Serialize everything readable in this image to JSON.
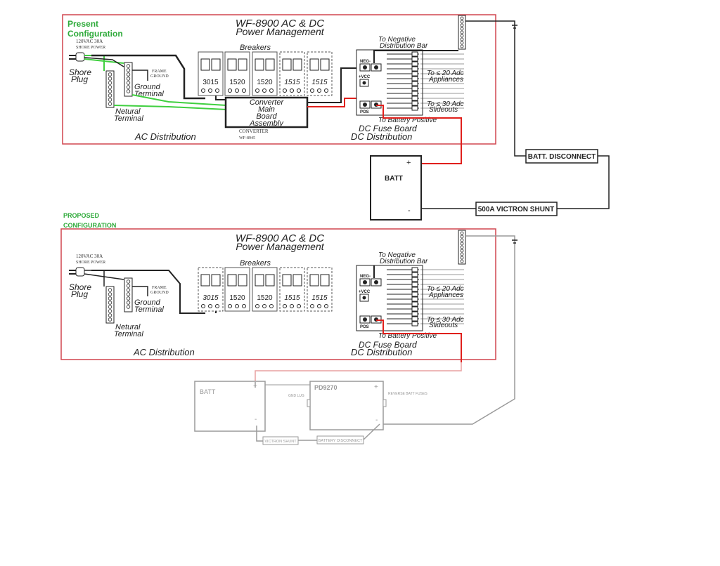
{
  "present": {
    "label_line1": "Present",
    "label_line2": "Configuration",
    "panel_title_line1": "WF-8900 AC & DC",
    "panel_title_line2": "Power Management",
    "shore_power": "120VAC 30A",
    "shore_power_line2": "SHORE POWER",
    "shore_plug_line1": "Shore",
    "shore_plug_line2": "Plug",
    "frame_ground_line1": "FRAME",
    "frame_ground_line2": "GROUND",
    "ground_terminal_line1": "Ground",
    "ground_terminal_line2": "Terminal",
    "neutral_terminal_line1": "Netural",
    "neutral_terminal_line2": "Terminal",
    "breakers_title": "Breakers",
    "breakers": [
      "3015",
      "1520",
      "1520",
      "1515",
      "1515"
    ],
    "converter_line1": "Converter",
    "converter_line2": "Main",
    "converter_line3": "Board",
    "converter_line4": "Assembly",
    "converter_model_line1": "CONVERTER",
    "converter_model_line2": "WF-8945",
    "ac_distribution": "AC Distribution",
    "dc_fuse_board": "DC Fuse Board",
    "dc_distribution": "DC Distribution",
    "to_negative_line1": "To Negative",
    "to_negative_line2": "Distribution Bar",
    "neg_label": "NEG-",
    "vcc_label": "+VCC",
    "pos_label": "POS",
    "appliances_line1": "To ≤ 20 Adc",
    "appliances_line2": "Appliances",
    "slideouts_line1": "To ≤ 30 Adc",
    "slideouts_line2": "Slideouts",
    "to_battery_positive": "To Battery Positive",
    "batt_label": "BATT",
    "batt_plus": "+",
    "batt_minus": "-",
    "batt_disconnect": "BATT. DISCONNECT",
    "victron_shunt": "500A VICTRON SHUNT"
  },
  "proposed": {
    "label_line1": "PROPOSED",
    "label_line2": "CONFIGURATION",
    "panel_title_line1": "WF-8900 AC & DC",
    "panel_title_line2": "Power Management",
    "shore_power": "120VAC 30A",
    "shore_power_line2": "SHORE POWER",
    "shore_plug_line1": "Shore",
    "shore_plug_line2": "Plug",
    "frame_ground_line1": "FRAME",
    "frame_ground_line2": "GROUND",
    "ground_terminal_line1": "Ground",
    "ground_terminal_line2": "Terminal",
    "neutral_terminal_line1": "Netural",
    "neutral_terminal_line2": "Terminal",
    "breakers_title": "Breakers",
    "breakers": [
      "3015",
      "1520",
      "1520",
      "1515",
      "1515"
    ],
    "ac_distribution": "AC Distribution",
    "dc_fuse_board": "DC Fuse Board",
    "dc_distribution": "DC Distribution",
    "to_negative_line1": "To Negative",
    "to_negative_line2": "Distribution Bar",
    "neg_label": "NEG-",
    "vcc_label": "+VCC",
    "pos_label": "POS",
    "appliances_line1": "To ≤ 20 Adc",
    "appliances_line2": "Appliances",
    "slideouts_line1": "To ≤ 30 Adc",
    "slideouts_line2": "Slideouts",
    "to_battery_positive": "To Battery Positive",
    "batt_label": "BATT",
    "batt_plus": "+",
    "batt_minus": "-",
    "pd_label": "PD9270",
    "pd_plus": "+",
    "pd_minus": "-",
    "gnd_lug": "GND LUG",
    "reverse_batt_fuses": "REVERSE BATT FUSES",
    "victron_shunt": "VICTRON SHUNT",
    "battery_disconnect": "BATTERY DISCONNECT"
  },
  "colors": {
    "panel_border": "#d0454f",
    "green_label": "#2eaa3a",
    "positive_wire": "#e0201c",
    "ground_wire": "#3fcf3f",
    "faded": "#9a9a9a",
    "faded_red": "#e8a0a0"
  }
}
